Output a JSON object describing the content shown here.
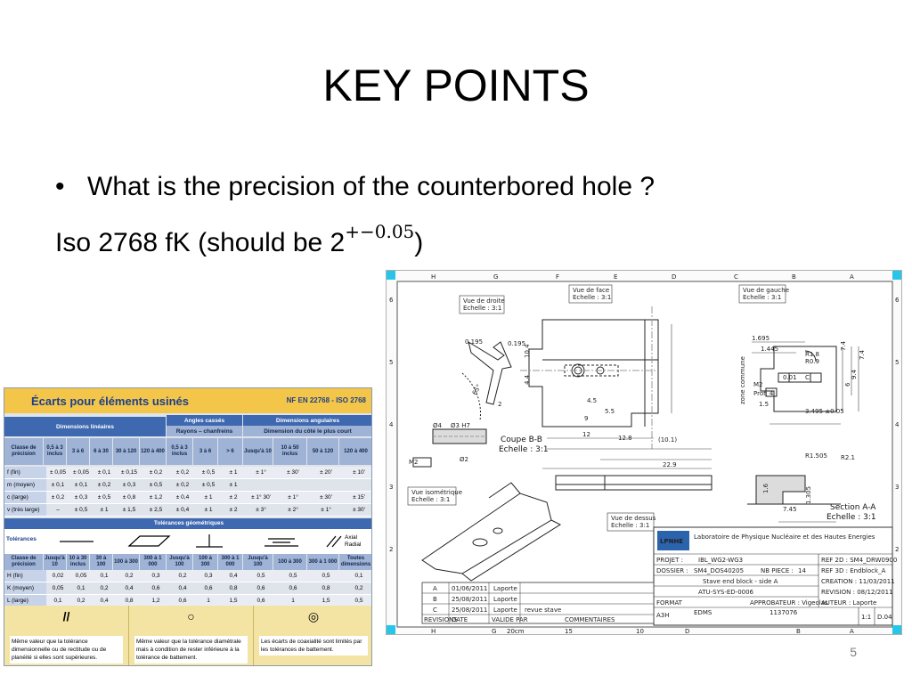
{
  "slide": {
    "title": "KEY POINTS",
    "bullet": "What is the precision of the counterbored hole ?",
    "answer_prefix": "Iso 2768 fK (should be 2",
    "answer_exponent": "+−0.05",
    "answer_suffix": ")",
    "page_number": "5"
  },
  "table": {
    "title": "Écarts pour éléments usinés",
    "norm": "NF EN 22768 - ISO 2768",
    "groups": {
      "linear": "Dimensions linéaires",
      "angles": "Angles cassés",
      "angles_sub": "Rayons – chanfreins",
      "angular": "Dimensions angulaires",
      "angular_sub": "Dimension du côté le plus court"
    },
    "columns": [
      "Classe de précision",
      "0,5 à 3 inclus",
      "3 à 6",
      "6 à 30",
      "30 à 120",
      "120 à 400",
      "0,5 à 3 inclus",
      "3 à 6",
      "> 6",
      "Jusqu'à 10",
      "10 à 50 inclus",
      "50 à 120",
      "120 à 400"
    ],
    "rows": [
      [
        "f (fin)",
        "± 0,05",
        "± 0,05",
        "± 0,1",
        "± 0,15",
        "± 0,2",
        "± 0,2",
        "± 0,5",
        "± 1",
        "± 1°",
        "± 30'",
        "± 20'",
        "± 10'"
      ],
      [
        "m (moyen)",
        "± 0,1",
        "± 0,1",
        "± 0,2",
        "± 0,3",
        "± 0,5",
        "± 0,2",
        "± 0,5",
        "± 1",
        "",
        "",
        "",
        ""
      ],
      [
        "c (large)",
        "± 0,2",
        "± 0,3",
        "± 0,5",
        "± 0,8",
        "± 1,2",
        "± 0,4",
        "± 1",
        "± 2",
        "± 1° 30'",
        "± 1°",
        "± 30'",
        "± 15'"
      ],
      [
        "v (très large)",
        "–",
        "± 0,5",
        "± 1",
        "± 1,5",
        "± 2,5",
        "± 0,4",
        "± 1",
        "± 2",
        "± 3°",
        "± 2°",
        "± 1°",
        "± 30'"
      ]
    ],
    "geometric_band": "Tolérances géométriques",
    "tolerances_label": "Tolérances",
    "axial_radial": "Axial Radial",
    "geo_columns": [
      "Classe de précision",
      "Jusqu'à 10",
      "10 à 30 inclus",
      "30 à 100",
      "100 à 300",
      "300 à 1 000",
      "Jusqu'à 100",
      "100 à 300",
      "300 à 1 000",
      "Jusqu'à 100",
      "100 à 300",
      "300 à 1 000",
      "Toutes dimensions"
    ],
    "geo_rows": [
      [
        "H (fin)",
        "0,02",
        "0,05",
        "0,1",
        "0,2",
        "0,3",
        "0,2",
        "0,3",
        "0,4",
        "0,5",
        "0,5",
        "0,5",
        "0,1"
      ],
      [
        "K (moyen)",
        "0,05",
        "0,1",
        "0,2",
        "0,4",
        "0,6",
        "0,4",
        "0,6",
        "0,8",
        "0,6",
        "0,6",
        "0,8",
        "0,2"
      ],
      [
        "L (large)",
        "0,1",
        "0,2",
        "0,4",
        "0,8",
        "1,2",
        "0,6",
        "1",
        "1,5",
        "0,6",
        "1",
        "1,5",
        "0,5"
      ]
    ],
    "footer": [
      {
        "symbol": "//",
        "text": "Même valeur que la tolérance dimensionnelle ou de rectitude ou de planéité si elles sont supérieures."
      },
      {
        "symbol": "○",
        "text": "Même valeur que la tolérance diamétrale mais à condition de rester inférieure à la tolérance de battement."
      },
      {
        "symbol": "◎",
        "text": "Les écarts de coaxialité sont limités par les tolérances de battement."
      }
    ]
  },
  "drawing": {
    "view_right": "Vue de droite\nEchelle : 3:1",
    "view_face": "Vue de face\nEchelle : 3:1",
    "view_left": "Vue de gauche\nEchelle : 3:1",
    "view_iso": "Vue isométrique\nEchelle : 3:1",
    "view_top": "Vue de dessus\nEchelle : 3:1",
    "section_bb": "Coupe B-B",
    "section_bb_scale": "Echelle : 3:1",
    "section_aa": "Section A-A",
    "section_aa_scale": "Echelle : 3:1",
    "dims": [
      "0.195",
      "0.195",
      "65°",
      "10.4",
      "4.4",
      "2",
      "4.5",
      "5.5",
      "9",
      "12",
      "12.8",
      "(10.1)",
      "22.9",
      "1.695",
      "1.445",
      "R1.8",
      "R0.9",
      "7.4",
      "6",
      "9.4",
      "7.4",
      "3.495 ±0.05",
      "1.5",
      "R1.505",
      "R2.1",
      "1.6",
      "1.305",
      "7.45",
      "Ø4",
      "Ø3 H7",
      "Ø2",
      "M2",
      "M2",
      "Prof: 4",
      "0.01",
      "C"
    ],
    "zone_commune": "zone commune",
    "title_block": {
      "lab": "Laboratoire de Physique Nucléaire et des Hautes Energies",
      "logo": "LPNHE",
      "projet_label": "PROJET :",
      "projet": "IBL_WG2-WG3",
      "dossier_label": "DOSSIER :",
      "dossier": "SM4_DOS40205",
      "nb_piece_label": "NB PIECE :",
      "nb_piece": "14",
      "designation": "Stave end block - side A",
      "drawing_no": "ATU-SYS-ED-0006",
      "format_label": "FORMAT",
      "format": "A3H",
      "edms_label": "EDMS",
      "edms": "1137076",
      "scale": "1:1",
      "sheet": "D.04",
      "ref2d": "SM4_DRW0900",
      "ref3d": "Endblock_A",
      "creation": "11/03/2011",
      "revision": "08/12/2011",
      "auteur": "Laporte",
      "approbateur": "Vigeolas"
    },
    "revisions": [
      [
        "A",
        "01/06/2011",
        "Laporte",
        ""
      ],
      [
        "B",
        "25/08/2011",
        "Laporte",
        ""
      ],
      [
        "C",
        "25/08/2011",
        "Laporte",
        "revue stave"
      ]
    ],
    "revision_headers": [
      "REVISIONS",
      "DATE",
      "VALIDE PAR",
      "COMMENTAIRES"
    ],
    "grid_letters": [
      "H",
      "G",
      "F",
      "E",
      "D",
      "C",
      "B",
      "A"
    ],
    "grid_numbers": [
      "6",
      "5",
      "4",
      "3",
      "2"
    ],
    "bottom_marks": [
      "H",
      "G",
      "20cm",
      "15",
      "10",
      "D",
      "B",
      "A"
    ]
  }
}
